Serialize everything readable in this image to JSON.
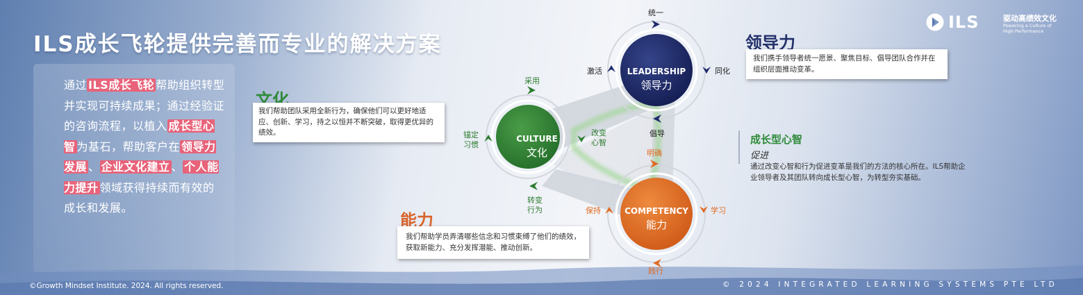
{
  "title": "ILS成长飞轮提供完善而专业的解决方案",
  "intro": {
    "p1": "通过",
    "hl1": "ILS成长飞轮",
    "p2": "帮助组织转型并实现可持续成果；通过经验证的咨询流程，以植入",
    "hl2": "成长型心智",
    "p3": "为基石，帮助客户在",
    "hl3": "领导力发展",
    "p4": "、",
    "hl4": "企业文化建立",
    "p5": "、",
    "hl5": "个人能力提升",
    "p6": "领域获得持续而有效的成长和发展。"
  },
  "logo": {
    "brand": "ILS",
    "slogan_cn": "驱动高绩效文化",
    "slogan_en_1": "Powering a Culture of",
    "slogan_en_2": "High Performance"
  },
  "culture": {
    "heading": "文化",
    "description": "我们帮助团队采用全新行为，确保他们可以更好地适应、创新、学习，持之以恒并不断突破，取得更优异的绩效。",
    "circle_en": "CULTURE",
    "circle_cn": "文化"
  },
  "leadership": {
    "heading": "领导力",
    "description": "我们携手领导者统一愿景、聚焦目标、倡导团队合作并在组织层面推动变革。",
    "circle_en": "LEADERSHIP",
    "circle_cn": "领导力"
  },
  "competency": {
    "heading": "能力",
    "description": "我们帮助学员弄清哪些信念和习惯束缚了他们的绩效，获取新能力、充分发挥潜能、推动创新。",
    "circle_en": "COMPETENCY",
    "circle_cn": "能力"
  },
  "mindset": {
    "title": "成长型心智",
    "subtitle": "促进",
    "body": "通过改变心智和行为促进变革是我们的方法的核心所在。ILS帮助企业领导者及其团队转向成长型心智，为转型夯实基础。"
  },
  "labels": {
    "tongyi": "统一",
    "jihuo": "激活",
    "tonghua": "同化",
    "changdao": "倡导",
    "mingque": "明确",
    "caiyong": "采用",
    "maoding_1": "锚定",
    "maoding_2": "习惯",
    "gaibian_1": "改变",
    "gaibian_2": "心智",
    "zhuanbian_1": "转变",
    "zhuanbian_2": "行为",
    "baochi": "保持",
    "xuexi": "学习",
    "jianxing": "践行"
  },
  "footer": {
    "left": "©Growth Mindset Institute. 2024. All rights reserved.",
    "right": "© 2024 INTEGRATED LEARNING SYSTEMS PTE LTD"
  },
  "colors": {
    "green": "#2f7d32",
    "navy": "#1f2a6b",
    "orange": "#e06a22",
    "highlight": "#e8637a"
  }
}
